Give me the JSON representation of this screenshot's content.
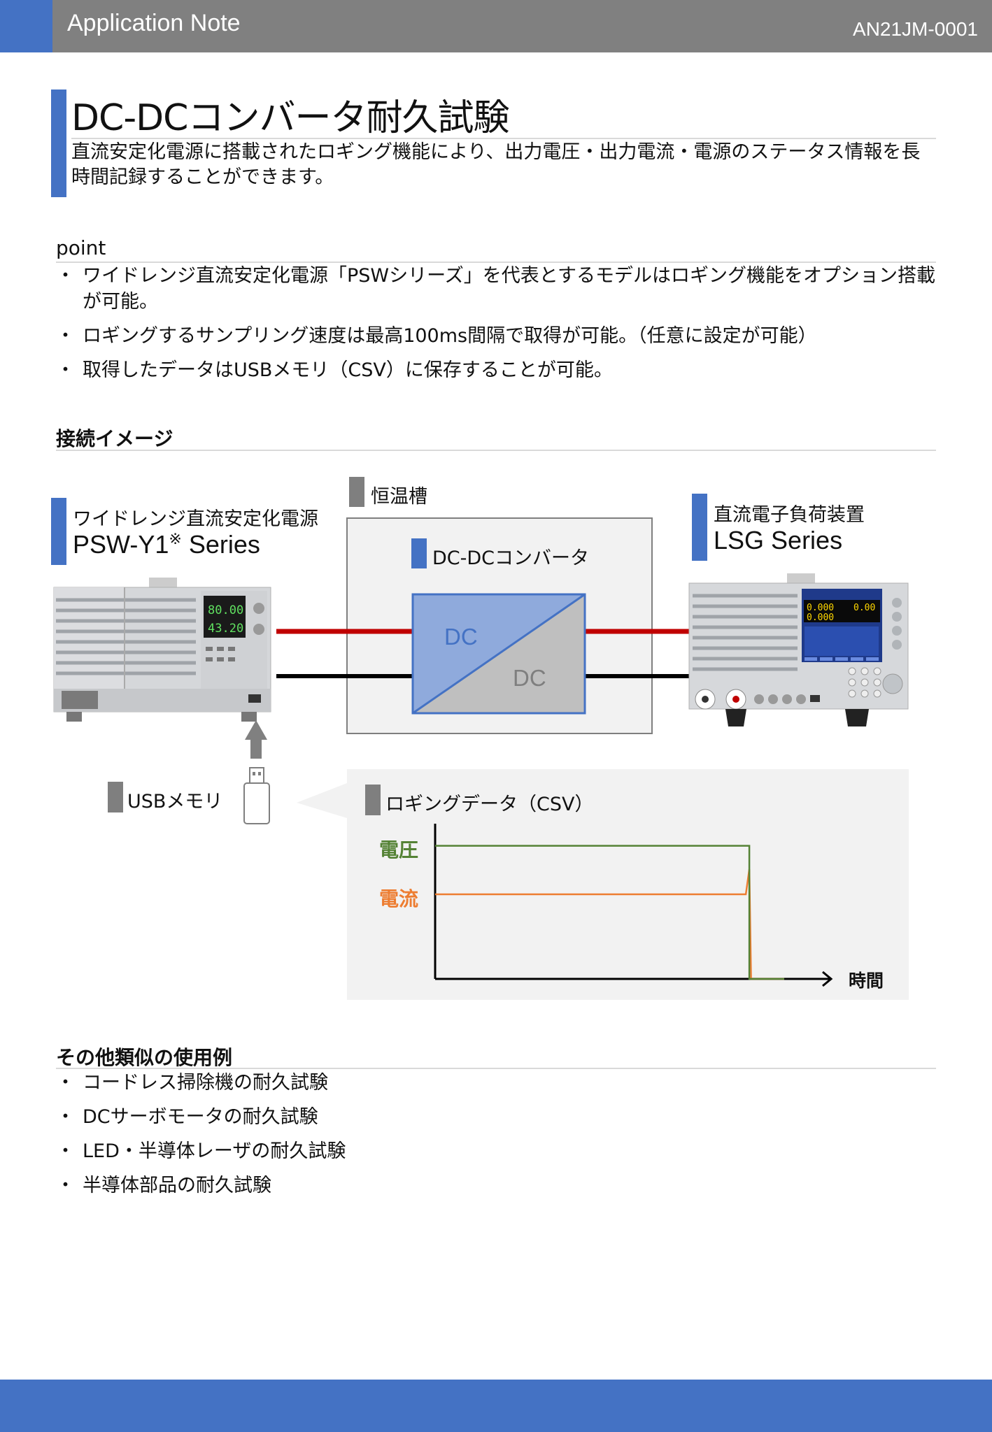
{
  "header": {
    "title": "Application Note",
    "code": "AN21JM-0001"
  },
  "main": {
    "title": "DC-DCコンバータ耐久試験",
    "description": "直流安定化電源に搭載されたロギング機能により、出力電圧・出力電流・電源のステータス情報を長時間記録することができます。"
  },
  "point": {
    "heading": "point",
    "items": [
      "ワイドレンジ直流安定化電源「PSWシリーズ」を代表とするモデルはロギング機能をオプション搭載が可能。",
      "ロギングするサンプリング速度は最高100ms間隔で取得が可能。（任意に設定が可能）",
      "取得したデータはUSBメモリ（CSV）に保存することが可能。"
    ]
  },
  "connection": {
    "heading": "接続イメージ",
    "psu_label": "ワイドレンジ直流安定化電源",
    "psu_model": "PSW-Y1",
    "psu_model_mark": "※",
    "psu_model_suffix": " Series",
    "psu_display_v": "80.00",
    "psu_display_a": "43.20",
    "chamber_label": "恒温槽",
    "converter_label": "DC-DCコンバータ",
    "converter_in": "DC",
    "converter_out": "DC",
    "load_label": "直流電子負荷装置",
    "load_model": "LSG Series",
    "load_display_v": "0.000",
    "load_display_w": "0.00",
    "load_display_a": "0.000",
    "usb_label": "USBメモリ",
    "log_label": "ロギングデータ（CSV）",
    "chart_voltage": "電圧",
    "chart_current": "電流",
    "chart_time": "時間",
    "voltage_color": "#548235",
    "current_color": "#ed7d31"
  },
  "chart_data": {
    "type": "line",
    "title": "",
    "xlabel": "時間",
    "ylabel": "",
    "series": [
      {
        "name": "電圧",
        "x": [
          0,
          0.9,
          0.9,
          1.0
        ],
        "y": [
          0.85,
          0.85,
          0,
          0
        ]
      },
      {
        "name": "電流",
        "x": [
          0,
          0.89,
          0.9,
          0.905,
          1.0
        ],
        "y": [
          0.54,
          0.54,
          0.7,
          0,
          0
        ]
      }
    ],
    "xlim": [
      0,
      1
    ],
    "ylim": [
      0,
      1
    ],
    "grid": false
  },
  "other": {
    "heading": "その他類似の使用例",
    "items": [
      "コードレス掃除機の耐久試験",
      "DCサーボモータの耐久試験",
      "LED・半導体レーザの耐久試験",
      "半導体部品の耐久試験"
    ]
  }
}
